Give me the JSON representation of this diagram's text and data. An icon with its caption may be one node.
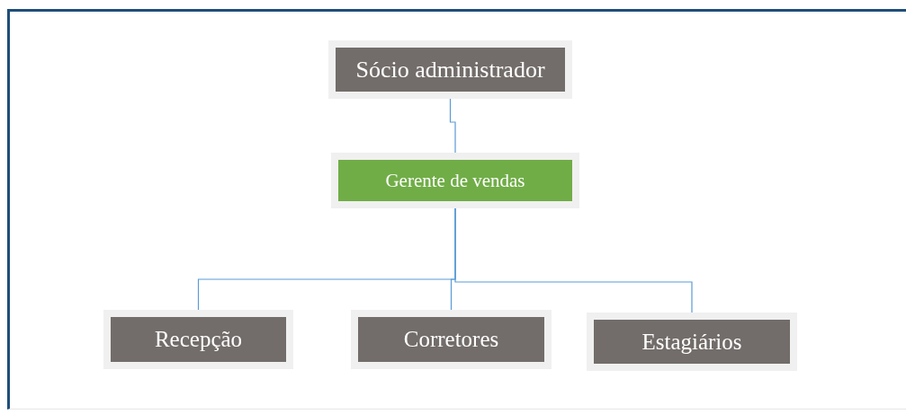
{
  "diagram": {
    "nodes": [
      {
        "text": [
          "Sócio administrador"
        ]
      },
      {
        "text": [
          "Gerente de vendas"
        ]
      },
      {
        "text": [
          "Recepção"
        ]
      },
      {
        "text": [
          "Corretores"
        ]
      },
      {
        "text": [
          "Estagiários"
        ]
      }
    ],
    "edges": [
      {
        "from": 0,
        "to": 1,
        "arrow": "none"
      },
      {
        "from": 1,
        "to": 2,
        "arrow": "none"
      },
      {
        "from": 1,
        "to": 3,
        "arrow": "none"
      },
      {
        "from": 1,
        "to": 4,
        "arrow": "none"
      }
    ]
  }
}
